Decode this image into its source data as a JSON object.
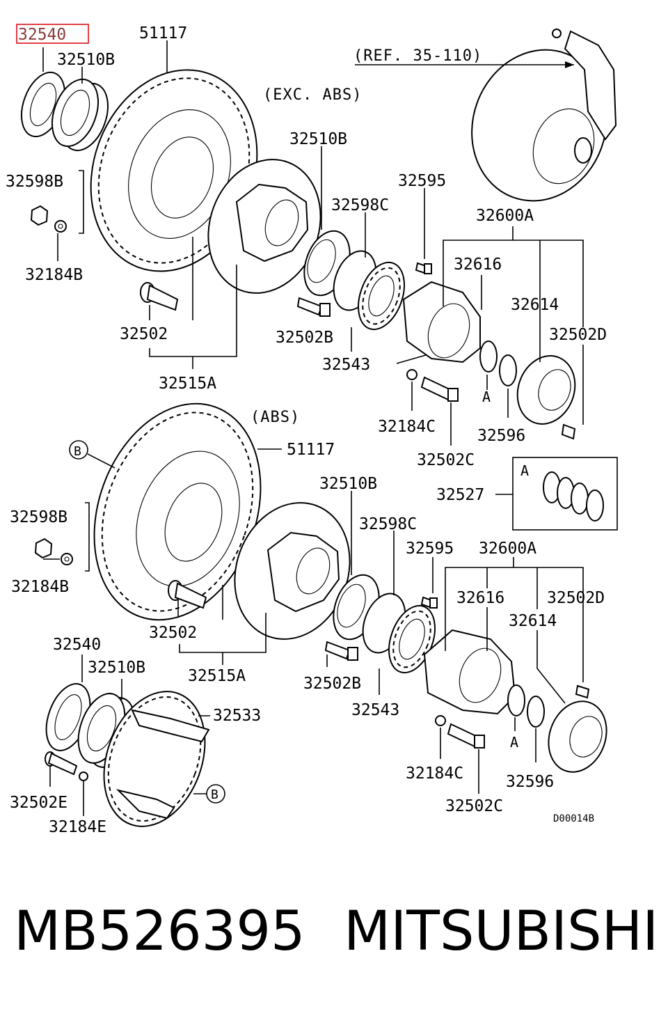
{
  "diagram": {
    "highlighted_part": "32540",
    "ref_note": "(REF. 35-110)",
    "notes": {
      "exc_abs": "(EXC. ABS)",
      "abs": "(ABS)"
    },
    "markers": {
      "a": "A",
      "b": "B"
    },
    "drawing_code": "D00014B",
    "top_labels": {
      "p32510b_a": "32510B",
      "p51117_a": "51117",
      "p32510b_b": "32510B",
      "p32598b_a": "32598B",
      "p32184b_a": "32184B",
      "p32595_a": "32595",
      "p32598c_a": "32598C",
      "p32600a_a": "32600A",
      "p32616_a": "32616",
      "p32614_a": "32614",
      "p32502d_a": "32502D",
      "p32502_a": "32502",
      "p32502b_a": "32502B",
      "p32543_a": "32543",
      "p32515a_a": "32515A",
      "p32184c_a": "32184C",
      "p32596_a": "32596",
      "p32502c_a": "32502C",
      "p32527": "32527"
    },
    "bottom_labels": {
      "p51117_b": "51117",
      "p32510b_c": "32510B",
      "p32598b_b": "32598B",
      "p32598c_b": "32598C",
      "p32184b_b": "32184B",
      "p32595_b": "32595",
      "p32600a_b": "32600A",
      "p32616_b": "32616",
      "p32502d_b": "32502D",
      "p32614_b": "32614",
      "p32502_b": "32502",
      "p32540_b": "32540",
      "p32510b_d": "32510B",
      "p32515a_b": "32515A",
      "p32533": "32533",
      "p32502b_b": "32502B",
      "p32543_b": "32543",
      "p32184c_b": "32184C",
      "p32596_b": "32596",
      "p32502e": "32502E",
      "p32184e": "32184E",
      "p32502c_b": "32502C"
    }
  },
  "footer": {
    "part_number": "MB526395",
    "brand": "MITSUBISHI"
  },
  "colors": {
    "highlight": "#e0282f",
    "line": "#000000"
  }
}
